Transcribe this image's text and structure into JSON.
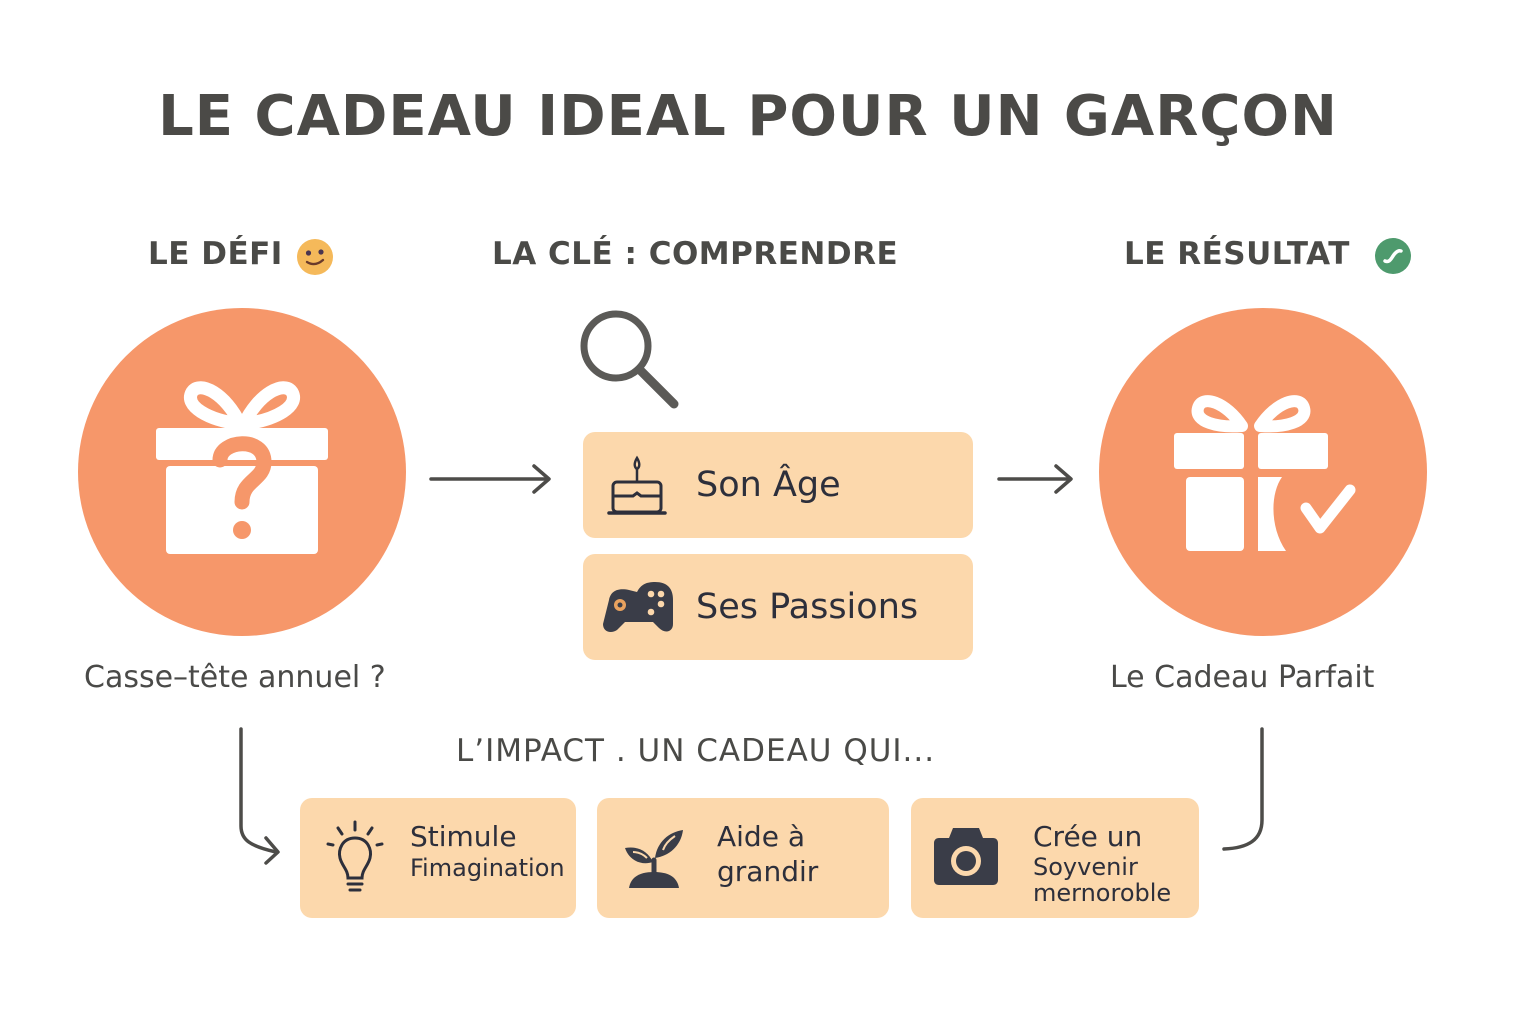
{
  "title": "LE CADEAU IDEAL POUR UN GARÇON",
  "colors": {
    "accent_orange": "#f6976a",
    "card_fill": "#fcd8ac",
    "text_dark": "#4a4a48",
    "icon_dark": "#3a3d48",
    "badge_green": "#4e9a6d",
    "smiley_yellow": "#f5b95a"
  },
  "sections": {
    "defi": {
      "heading": "LE DÉFI",
      "heading_icon": "smiley-face-icon",
      "circle_icon": "gift-question-icon",
      "caption": "Casse–tête annuel ?"
    },
    "cle": {
      "heading": "LA CLÉ : COMPRENDRE",
      "heading_icon": "magnifier-icon",
      "items": [
        {
          "icon": "birthday-cake-icon",
          "label": "Son Âge"
        },
        {
          "icon": "gamepad-icon",
          "label": "Ses Passions"
        }
      ]
    },
    "resultat": {
      "heading": "LE RÉSULTAT",
      "heading_icon": "green-check-badge-icon",
      "circle_icon": "gift-check-icon",
      "caption": "Le Cadeau Parfait"
    },
    "impact": {
      "heading": "L’IMPACT . UN CADEAU QUI...",
      "items": [
        {
          "icon": "lightbulb-icon",
          "line1": "Stimule",
          "line2": "Fimagination"
        },
        {
          "icon": "sprout-icon",
          "line1": "Aide à",
          "line2": "grandir"
        },
        {
          "icon": "camera-icon",
          "line1": "Crée un",
          "line2": "Soyvenir",
          "line3": "mernoroble"
        }
      ]
    }
  },
  "arrows": [
    {
      "name": "arrow-defi-to-cle",
      "direction": "right"
    },
    {
      "name": "arrow-cle-to-resultat",
      "direction": "right"
    },
    {
      "name": "arrow-defi-to-impact",
      "direction": "down-right"
    },
    {
      "name": "line-resultat-to-impact",
      "direction": "down-left"
    }
  ]
}
